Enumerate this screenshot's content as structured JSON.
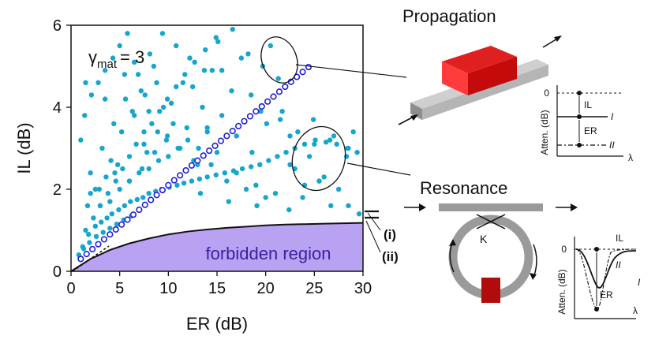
{
  "chart_data": {
    "type": "scatter",
    "xlabel": "ER (dB)",
    "ylabel": "IL (dB)",
    "xlim": [
      0,
      30
    ],
    "ylim": [
      0,
      6
    ],
    "xticks": [
      "0",
      "5",
      "10",
      "15",
      "20",
      "25",
      "30"
    ],
    "yticks": [
      "0",
      "2",
      "4",
      "6"
    ],
    "grid": false,
    "annotations": {
      "gamma_base": "γ",
      "gamma_sub": "mat",
      "gamma_value": "= 3",
      "forbidden": "forbidden region",
      "marker_i": "(i)",
      "marker_ii": "(ii)"
    },
    "series": [
      {
        "marker": "open-circle",
        "color": "#1f1fd6",
        "line": "y = 0.2 x + 0.1",
        "x": [
          1.0,
          1.6,
          2.2,
          2.8,
          3.4,
          4.0,
          4.6,
          5.2,
          5.8,
          6.4,
          7.0,
          7.6,
          8.2,
          8.8,
          9.4,
          10.0,
          10.6,
          11.2,
          11.8,
          12.4,
          13.0,
          13.6,
          14.2,
          14.8,
          15.4,
          16.0,
          16.6,
          17.2,
          17.8,
          18.4,
          19.0,
          19.6,
          20.2,
          20.8,
          21.4,
          22.0,
          22.6,
          23.2,
          23.8,
          24.4
        ],
        "y": [
          0.3,
          0.42,
          0.54,
          0.66,
          0.78,
          0.9,
          1.02,
          1.14,
          1.26,
          1.38,
          1.5,
          1.62,
          1.74,
          1.86,
          1.98,
          2.1,
          2.22,
          2.34,
          2.46,
          2.58,
          2.7,
          2.82,
          2.94,
          3.06,
          3.18,
          3.3,
          3.42,
          3.54,
          3.66,
          3.78,
          3.9,
          4.02,
          4.14,
          4.26,
          4.38,
          4.5,
          4.62,
          4.74,
          4.86,
          4.98
        ]
      },
      {
        "marker": "filled-circle",
        "color": "#16a6cc",
        "x": [
          1.2,
          1.8,
          2.5,
          3.1,
          3.7,
          4.2,
          4.9,
          5.5,
          6.1,
          6.8,
          7.4,
          8.0,
          8.7,
          9.3,
          10.1,
          10.9,
          11.6,
          12.4,
          13.2,
          14.0,
          14.9,
          15.8,
          16.7,
          17.6,
          18.5,
          19.4,
          20.3,
          21.2,
          22.1,
          23.0,
          24.0,
          25.1,
          26.2,
          27.3,
          28.4,
          29.4,
          1.5,
          2.3,
          3.0,
          3.8,
          4.6,
          5.3,
          6.0,
          6.7,
          7.5,
          8.3,
          9.1,
          9.9,
          10.8,
          11.7,
          12.7,
          13.8,
          14.9,
          2.0,
          3.2,
          4.4,
          5.6,
          6.9,
          8.1,
          9.4,
          10.8,
          12.2,
          13.7,
          15.1,
          16.6,
          18.2,
          19.7,
          21.3,
          1.0,
          1.4,
          2.1,
          2.8,
          3.5,
          4.3,
          5.0,
          5.8,
          6.5,
          7.2,
          8.0,
          8.9,
          0.8,
          1.3,
          1.9,
          2.6,
          3.3,
          4.0,
          4.7,
          5.4,
          6.2,
          2.5,
          3.6,
          4.8,
          6.0,
          7.3,
          8.6,
          9.9,
          11.2,
          12.6,
          14.0,
          15.5,
          17.0,
          18.6,
          20.1,
          21.7,
          23.3,
          24.9,
          26.6,
          28.3,
          23.0,
          24.0,
          25.5,
          27.0,
          28.5,
          22.5,
          26.0,
          29.0,
          23.8,
          25.0,
          3.0,
          5.0,
          7.0,
          9.0,
          11.0,
          13.0,
          15.0,
          17.0,
          19.0,
          21.0,
          4.0,
          6.0,
          8.0,
          10.0,
          12.0,
          14.0,
          16.0,
          18.0,
          20.0,
          2.0,
          4.5,
          7.5,
          10.5,
          13.5,
          16.5,
          19.5,
          22.5,
          25.5,
          28.5,
          1.5,
          3.5,
          6.5,
          9.5,
          12.5,
          15.5,
          18.5,
          21.5,
          24.5,
          27.5,
          5.5,
          8.5,
          11.5,
          14.5,
          17.5,
          20.5,
          7.8,
          9.8,
          13.3,
          16.2,
          19.1,
          22.4,
          26.7,
          29.6,
          1.7,
          2.9,
          4.1,
          5.2,
          6.3,
          7.6,
          8.8,
          10.3,
          11.9,
          13.1,
          14.4
        ],
        "y": [
          0.6,
          0.9,
          1.1,
          1.2,
          1.3,
          1.4,
          1.5,
          1.6,
          1.7,
          1.75,
          1.8,
          1.9,
          1.95,
          2.0,
          2.05,
          2.1,
          2.15,
          2.2,
          2.25,
          2.3,
          2.35,
          2.4,
          2.45,
          2.5,
          2.55,
          2.6,
          2.7,
          2.8,
          2.9,
          3.0,
          3.1,
          3.2,
          3.15,
          3.1,
          3.0,
          2.9,
          1.0,
          1.3,
          1.6,
          1.9,
          2.2,
          2.5,
          2.8,
          3.1,
          3.4,
          3.6,
          3.9,
          4.2,
          4.5,
          4.8,
          5.1,
          5.4,
          5.7,
          2.4,
          3.0,
          3.6,
          4.2,
          4.8,
          5.3,
          5.8,
          5.5,
          5.2,
          4.9,
          5.6,
          5.9,
          5.3,
          5.0,
          4.7,
          3.2,
          3.8,
          4.3,
          4.6,
          4.9,
          5.2,
          5.5,
          5.8,
          5.1,
          4.4,
          3.9,
          3.4,
          0.4,
          0.55,
          0.7,
          0.85,
          0.95,
          1.05,
          1.15,
          1.25,
          1.35,
          2.0,
          2.3,
          2.6,
          2.2,
          2.5,
          2.9,
          3.3,
          3.0,
          2.7,
          3.5,
          3.8,
          3.3,
          2.9,
          3.6,
          3.9,
          3.4,
          3.7,
          3.2,
          2.8,
          2.5,
          2.1,
          2.2,
          3.3,
          3.0,
          2.6,
          2.3,
          3.4,
          1.8,
          3.1,
          1.6,
          2.0,
          2.4,
          2.7,
          3.0,
          2.6,
          2.9,
          2.4,
          2.1,
          1.9,
          1.7,
          2.2,
          2.5,
          2.8,
          3.2,
          3.4,
          2.2,
          2.0,
          1.8,
          1.9,
          2.4,
          3.1,
          3.6,
          4.0,
          4.4,
          3.9,
          3.3,
          2.2,
          1.6,
          4.6,
          4.2,
          3.8,
          4.0,
          4.5,
          4.9,
          4.3,
          3.7,
          2.8,
          2.0,
          4.8,
          5.0,
          4.6,
          4.9,
          5.2,
          5.5,
          2.9,
          3.2,
          1.9,
          1.7,
          1.6,
          1.5,
          1.6,
          1.4,
          1.6,
          2.0,
          2.7,
          3.4,
          3.9,
          4.3,
          4.6,
          4.1,
          3.5,
          3.0,
          2.6
        ]
      }
    ],
    "forbidden_boundary": {
      "x": [
        0,
        2,
        4,
        6,
        8,
        10,
        12,
        14,
        16,
        18,
        20,
        22,
        24,
        26,
        28,
        30
      ],
      "y": [
        0,
        0.3,
        0.52,
        0.68,
        0.8,
        0.9,
        0.97,
        1.02,
        1.06,
        1.09,
        1.12,
        1.14,
        1.15,
        1.16,
        1.17,
        1.18
      ]
    }
  },
  "propagation": {
    "title": "Propagation",
    "atten_axis": "Atten. (dB)",
    "lambda": "λ",
    "zero": "0",
    "IL": "IL",
    "ER": "ER",
    "I": "I",
    "II": "II"
  },
  "resonance": {
    "title": "Resonance",
    "K": "K",
    "atten_axis": "Atten. (dB)",
    "lambda": "λ",
    "zero": "0",
    "IL": "IL",
    "ER": "ER",
    "I": "I",
    "II": "II"
  },
  "colors": {
    "open_circle": "#1f1fd6",
    "filled_circle": "#16a6cc",
    "forbidden_fill": "#b9a2f2",
    "forbidden_text": "#3b1fa6",
    "heater_red": "#c40a0a",
    "waveguide_grey": "#9a9a9a"
  }
}
